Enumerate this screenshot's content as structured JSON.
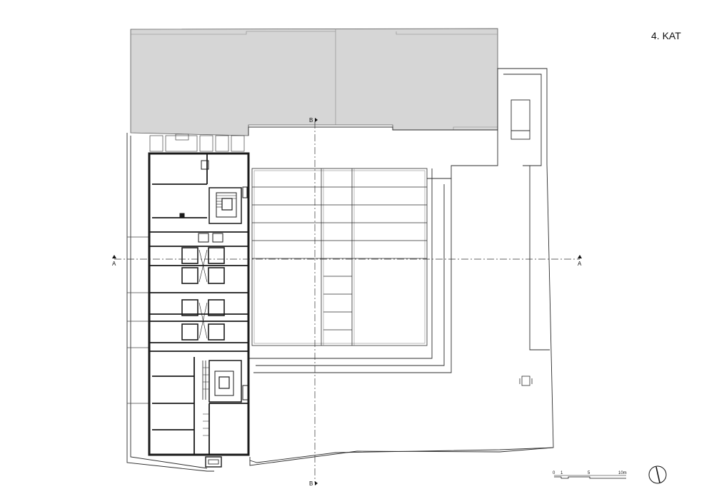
{
  "floor_label": "4. KAT",
  "section_a": "A",
  "section_b": "B",
  "scale_bar": {
    "ticks": [
      "0",
      "1",
      "5",
      "10m"
    ]
  },
  "colors": {
    "line": "#2b2b2b",
    "thin": "#6a6a6a",
    "adjacent_fill": "#d6d6d6",
    "wall": "#1a1a1a"
  }
}
